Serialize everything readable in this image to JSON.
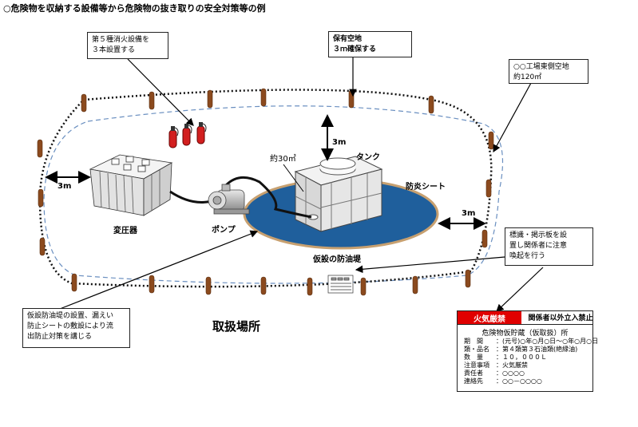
{
  "title": "○危険物を収納する設備等から危険物の抜き取りの安全対策等の例",
  "callouts": {
    "extinguisher": [
      "第５種消火設備を",
      "３本設置する"
    ],
    "space": [
      "保有空地",
      "３ｍ確保する"
    ],
    "site": [
      "○○工場東側空地",
      "約120㎡"
    ],
    "sign": [
      "標識・掲示板を設",
      "置し関係者に注意",
      "喚起を行う"
    ],
    "dike": [
      "仮設防油堤の設置、漏えい",
      "防止シートの敷設により流",
      "出防止対策を講じる"
    ]
  },
  "labels": {
    "dist_top": "3m",
    "dist_left": "3m",
    "dist_right": "3m",
    "area": "約30㎡",
    "tank": "タンク",
    "sheet": "防炎シート",
    "transformer": "変圧器",
    "pump": "ポンプ",
    "dike": "仮設の防油堤",
    "place": "取扱場所"
  },
  "signboard": {
    "fire_banner": "火気厳禁",
    "no_entry": "関係者以外立入禁止",
    "heading": "危険物仮貯蔵（仮取扱）所",
    "rows": [
      {
        "key": "期　間",
        "value": "：(元号)○年○月○日～○年○月○日"
      },
      {
        "key": "類・品名",
        "value": "：第４類第３石油類(絶縁油)"
      },
      {
        "key": "数　量",
        "value": "：１０，０００Ｌ"
      },
      {
        "key": "注意事項",
        "value": "：火気厳禁"
      },
      {
        "key": "責任者",
        "value": "：○○○○"
      },
      {
        "key": "連絡先",
        "value": "：○○－○○○○"
      }
    ]
  },
  "colors": {
    "dike_blue": "#1f5f9c",
    "post_brown": "#8b4a1e",
    "fire_red": "#e00000"
  }
}
